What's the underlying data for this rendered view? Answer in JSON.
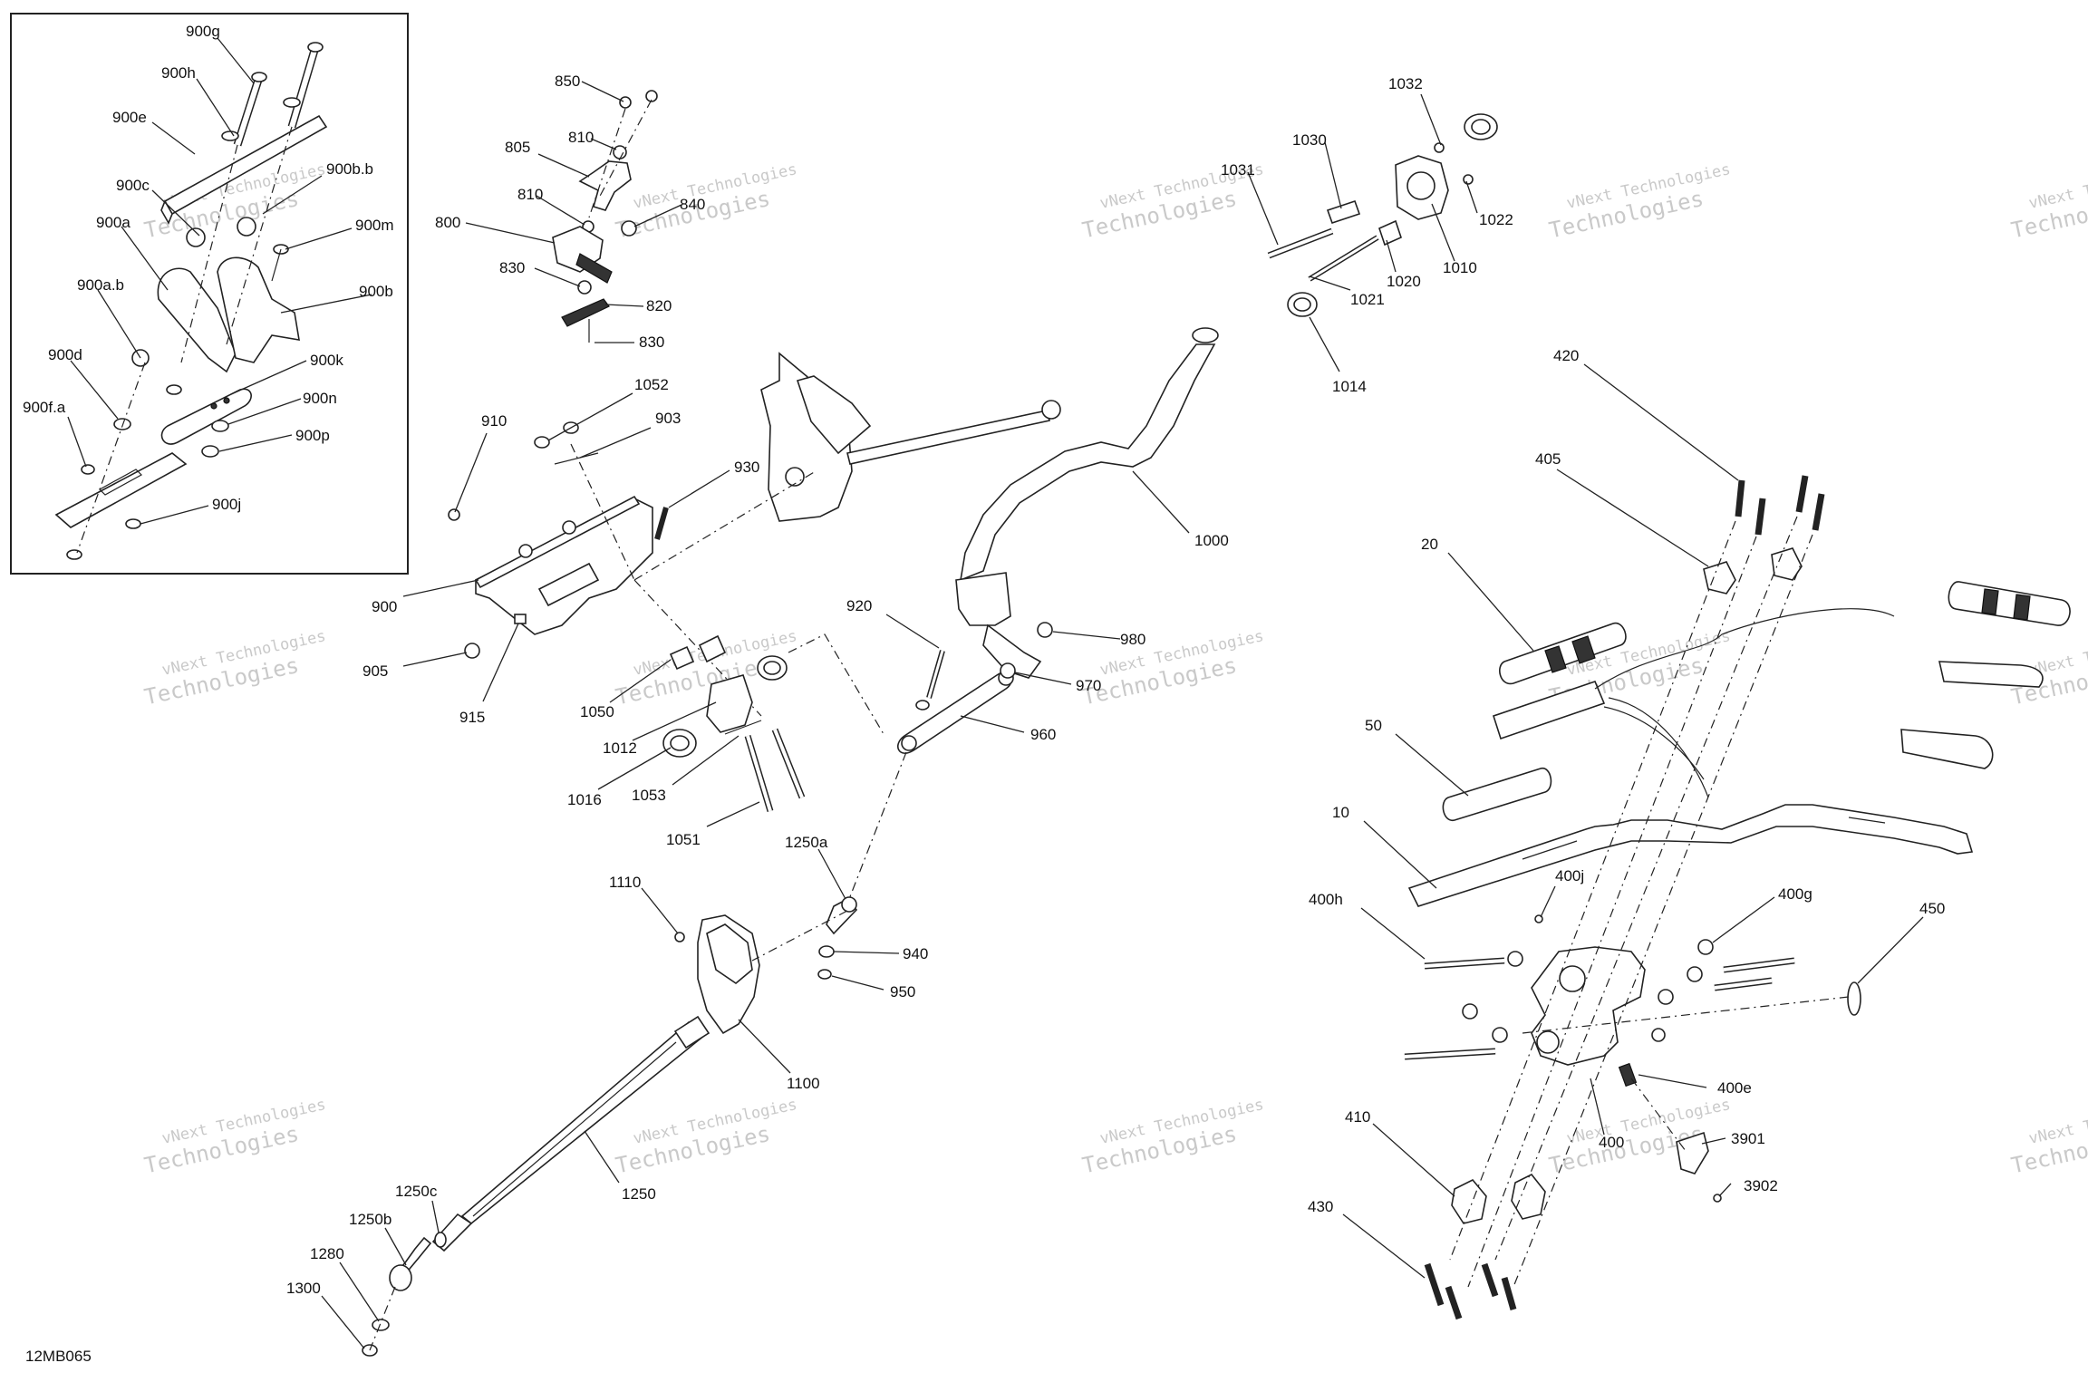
{
  "diagram_code": "12MB065",
  "watermark": [
    "vNext Technologies",
    "Technologies"
  ],
  "labels": {
    "900g": "900g",
    "900h": "900h",
    "900e": "900e",
    "900b_b": "900b.b",
    "900c": "900c",
    "900m": "900m",
    "900a": "900a",
    "900b": "900b",
    "900a_b": "900a.b",
    "900d": "900d",
    "900k": "900k",
    "900n": "900n",
    "900f_a": "900f.a",
    "900p": "900p",
    "900j": "900j",
    "850": "850",
    "810a": "810",
    "805": "805",
    "810b": "810",
    "840": "840",
    "800": "800",
    "830a": "830",
    "820": "820",
    "830b": "830",
    "1032": "1032",
    "1030": "1030",
    "1031": "1031",
    "1022": "1022",
    "1010": "1010",
    "1020": "1020",
    "1021": "1021",
    "1014": "1014",
    "910": "910",
    "1052": "1052",
    "903": "903",
    "930": "930",
    "1000": "1000",
    "900": "900",
    "905": "905",
    "915": "915",
    "1050": "1050",
    "1012": "1012",
    "1016": "1016",
    "1053": "1053",
    "1051": "1051",
    "920": "920",
    "980": "980",
    "970": "970",
    "960": "960",
    "1250a": "1250a",
    "1110": "1110",
    "940": "940",
    "950": "950",
    "1100": "1100",
    "1250": "1250",
    "1250c": "1250c",
    "1250b": "1250b",
    "1280": "1280",
    "1300": "1300",
    "420": "420",
    "405": "405",
    "20": "20",
    "50": "50",
    "10": "10",
    "400j": "400j",
    "400h": "400h",
    "400g": "400g",
    "450": "450",
    "400e": "400e",
    "400": "400",
    "410": "410",
    "3901": "3901",
    "3902": "3902",
    "430": "430"
  }
}
